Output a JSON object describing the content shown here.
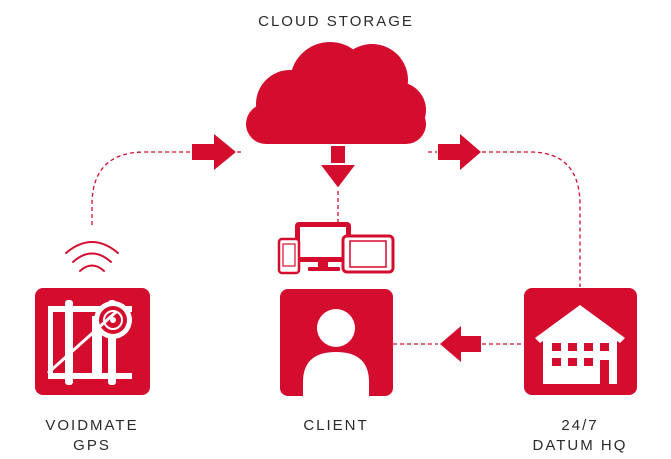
{
  "title": "CLOUD STORAGE",
  "nodes": {
    "voidmate": {
      "label_line1": "VOIDMATE",
      "label_line2": "GPS"
    },
    "client": {
      "label": "CLIENT"
    },
    "hq": {
      "label_line1": "24/7",
      "label_line2": "DATUM HQ"
    }
  },
  "colors": {
    "accent": "#d40c2e",
    "connector": "#d40c2e",
    "text": "#2a2a2a",
    "background": "#ffffff"
  },
  "icons": {
    "cloud": "cloud-icon",
    "devices": "devices-icon",
    "wifi": "wifi-signal-icon",
    "voidmate": "gps-device-icon",
    "client": "person-icon",
    "hq": "house-icon"
  }
}
